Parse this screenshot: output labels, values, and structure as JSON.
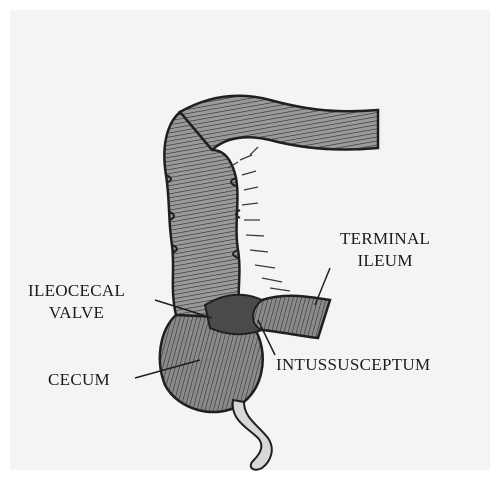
{
  "labels": {
    "terminal_ileum": [
      "TERMINAL",
      "ILEUM"
    ],
    "ileocecal_valve": [
      "ILEOCECAL",
      "VALVE"
    ],
    "cecum": "CECUM",
    "intussusceptum": "INTUSSUSCEPTUM"
  },
  "colors": {
    "background": "#f4f4f4",
    "line": "#1f1f1f",
    "colon_fill": "#8c8c8c",
    "appendix_fill": "#d8d8d8"
  }
}
